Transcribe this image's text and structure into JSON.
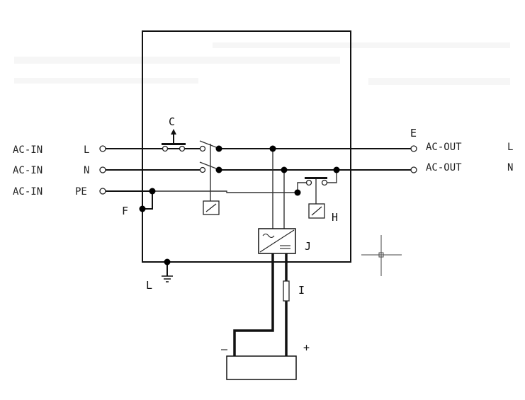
{
  "inputs": [
    {
      "prefix": "AC-IN",
      "line": "L"
    },
    {
      "prefix": "AC-IN",
      "line": "N"
    },
    {
      "prefix": "AC-IN",
      "line": "PE"
    }
  ],
  "outputs": [
    {
      "prefix": "AC-OUT",
      "line": "L"
    },
    {
      "prefix": "AC-OUT",
      "line": "N"
    }
  ],
  "component_labels": {
    "c": "C",
    "e": "E",
    "f": "F",
    "h": "H",
    "i": "I",
    "j": "J",
    "l": "L"
  },
  "battery": {
    "minus": "–",
    "plus": "+"
  }
}
